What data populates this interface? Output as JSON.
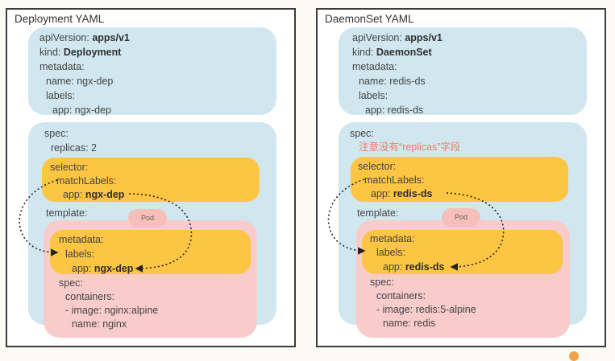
{
  "panels": [
    {
      "title": "Deployment YAML",
      "header": {
        "apiVersion_key": "apiVersion: ",
        "apiVersion_value": "apps/v1",
        "kind_key": "kind: ",
        "kind_value": "Deployment",
        "metadata": "metadata:",
        "name": "name: ngx-dep",
        "labels": "labels:",
        "app": "app: ngx-dep"
      },
      "spec": {
        "spec": "spec:",
        "replicas": "replicas: 2",
        "note": "",
        "selector": "selector:",
        "matchLabels": "matchLabels:",
        "selector_app_key": "app: ",
        "selector_app_value": "ngx-dep",
        "template": "template:",
        "pod_label": "Pod",
        "tpl_metadata": "metadata:",
        "tpl_labels": "labels:",
        "tpl_app_key": "app: ",
        "tpl_app_value": "ngx-dep",
        "pod_spec": "spec:",
        "containers": "containers:",
        "image": "- image: nginx:alpine",
        "container_name": "name: nginx"
      }
    },
    {
      "title": "DaemonSet YAML",
      "header": {
        "apiVersion_key": "apiVersion: ",
        "apiVersion_value": "apps/v1",
        "kind_key": "kind: ",
        "kind_value": "DaemonSet",
        "metadata": "metadata:",
        "name": "name: redis-ds",
        "labels": "labels:",
        "app": "app: redis-ds"
      },
      "spec": {
        "spec": "spec:",
        "replicas": "",
        "note": "注意没有“replicas”字段",
        "selector": "selector:",
        "matchLabels": "matchLabels:",
        "selector_app_key": "app: ",
        "selector_app_value": "redis-ds",
        "template": "template:",
        "pod_label": "Pod",
        "tpl_metadata": "metadata:",
        "tpl_labels": "labels:",
        "tpl_app_key": "app: ",
        "tpl_app_value": "redis-ds",
        "pod_spec": "spec:",
        "containers": "containers:",
        "image": "- image: redis:5-alpine",
        "container_name": "name: redis"
      }
    }
  ],
  "colors": {
    "metadata_block": "#d1e7ef",
    "selector_block": "#fcc543",
    "template_block": "#f8cccb",
    "pod_pill": "#f6bfb9",
    "note_text": "#f07a62"
  }
}
